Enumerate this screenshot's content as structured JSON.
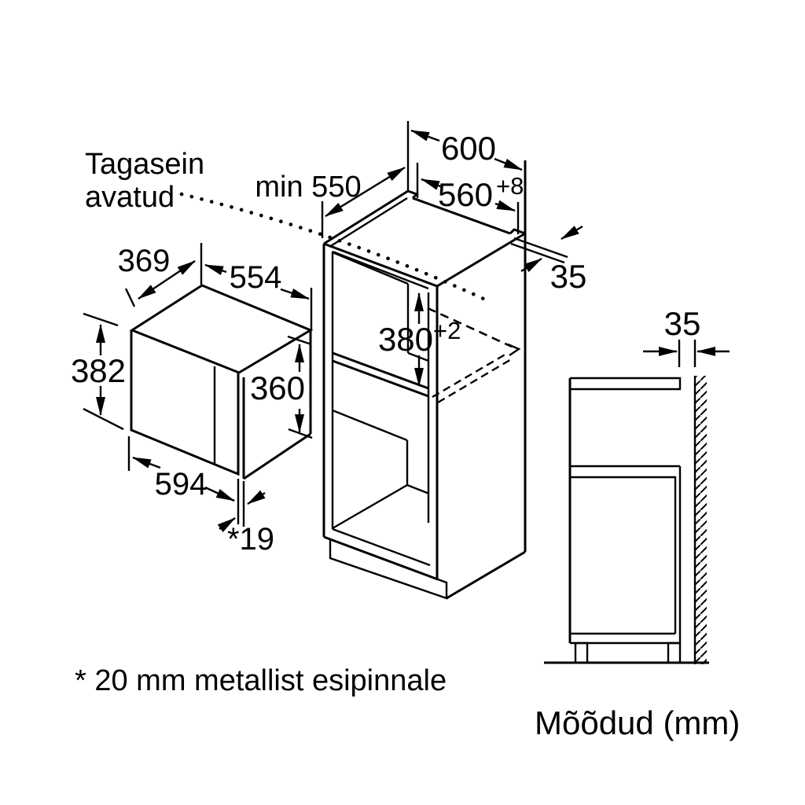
{
  "note_back_open": {
    "line1": "Tagasein",
    "line2": "avatud"
  },
  "cabinet": {
    "min_depth": "min 550",
    "width": "600",
    "niche_width": {
      "value": "560",
      "tolerance": "+8"
    },
    "niche_height": {
      "value": "380",
      "tolerance": "+2"
    },
    "top_wall_gap": "35"
  },
  "microwave": {
    "depth": "369",
    "top_width": "554",
    "front_height": "382",
    "body_height": "360",
    "front_width": "594",
    "door_protrusion": "*19"
  },
  "side_view": {
    "wall_gap": "35"
  },
  "footnote": "* 20 mm metallist esipinnale",
  "units_caption": "Mõõdud (mm)",
  "colors": {
    "line": "#000000",
    "background": "#ffffff"
  }
}
